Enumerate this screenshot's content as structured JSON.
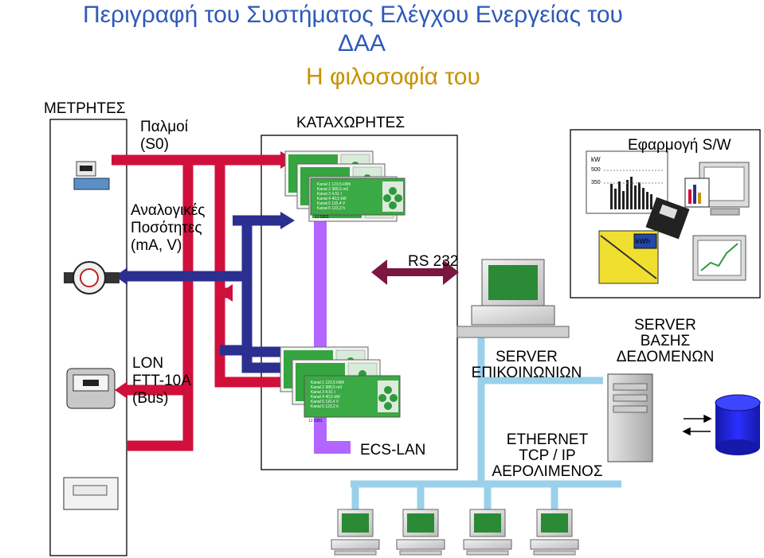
{
  "header": {
    "title_line1": "Περιγραφή του Συστήματος Ελέγχου Ενεργείας του",
    "title_line2": "ΔΑΑ",
    "subtitle": "Η φιλοσοφία του"
  },
  "meters": {
    "heading": "ΜΕΤΡΗΤΕΣ",
    "pulses_line1": "Παλμοί",
    "pulses_line2": "(S0)",
    "analog_line1": "Αναλογικές",
    "analog_line2": "Ποσότητες",
    "analog_line3": "(mA, V)",
    "bus_line1": "LON",
    "bus_line2": "FTT-10A",
    "bus_line3": "(Bus)"
  },
  "recorders": {
    "heading": "ΚΑΤΑΧΩΡΗΤΕΣ",
    "rs232": "RS 232",
    "ecs_lan": "ECS-LAN",
    "panel_rows": [
      "Kanal 1",
      "Kanal 2",
      "Kanal 3",
      "Kanal 4",
      "Kanal 5",
      "Kanal 6"
    ],
    "panel_values": [
      "123,5 kWh",
      "389,5 m3",
      "4,51 t",
      "40,5 kW",
      "110,4 V",
      "123,2 h"
    ],
    "panel_footer": "LI 1001"
  },
  "software": {
    "heading": "Εφαρμογή S/W",
    "chart_unit": "kW",
    "chart_tick_500": "500",
    "chart_tick_350": "350",
    "kwh_label": "kWh"
  },
  "servers": {
    "comm_line1": "SERVER",
    "comm_line2": "ΕΠΙΚΟΙΝΩΝΙΩΝ",
    "db_line1": "SERVER",
    "db_line2": "ΒΑΣΗΣ",
    "db_line3": "ΔΕΔΟΜΕΝΩΝ",
    "eth_line1": "ETHERNET",
    "eth_line2": "TCP / IP",
    "eth_line3": "ΑΕΡΟΛΙΜΕΝΟΣ"
  },
  "colors": {
    "title": "#2e5ab8",
    "subtitle": "#c89200",
    "red_line": "#d0103a",
    "blue_line": "#2b2f8f",
    "purple_line": "#b266ff",
    "ethernet": "#9ad0ea",
    "rs232_arrow": "#7a1640",
    "panel_green": "#2e9a3a",
    "database": "#1a1fd0"
  }
}
